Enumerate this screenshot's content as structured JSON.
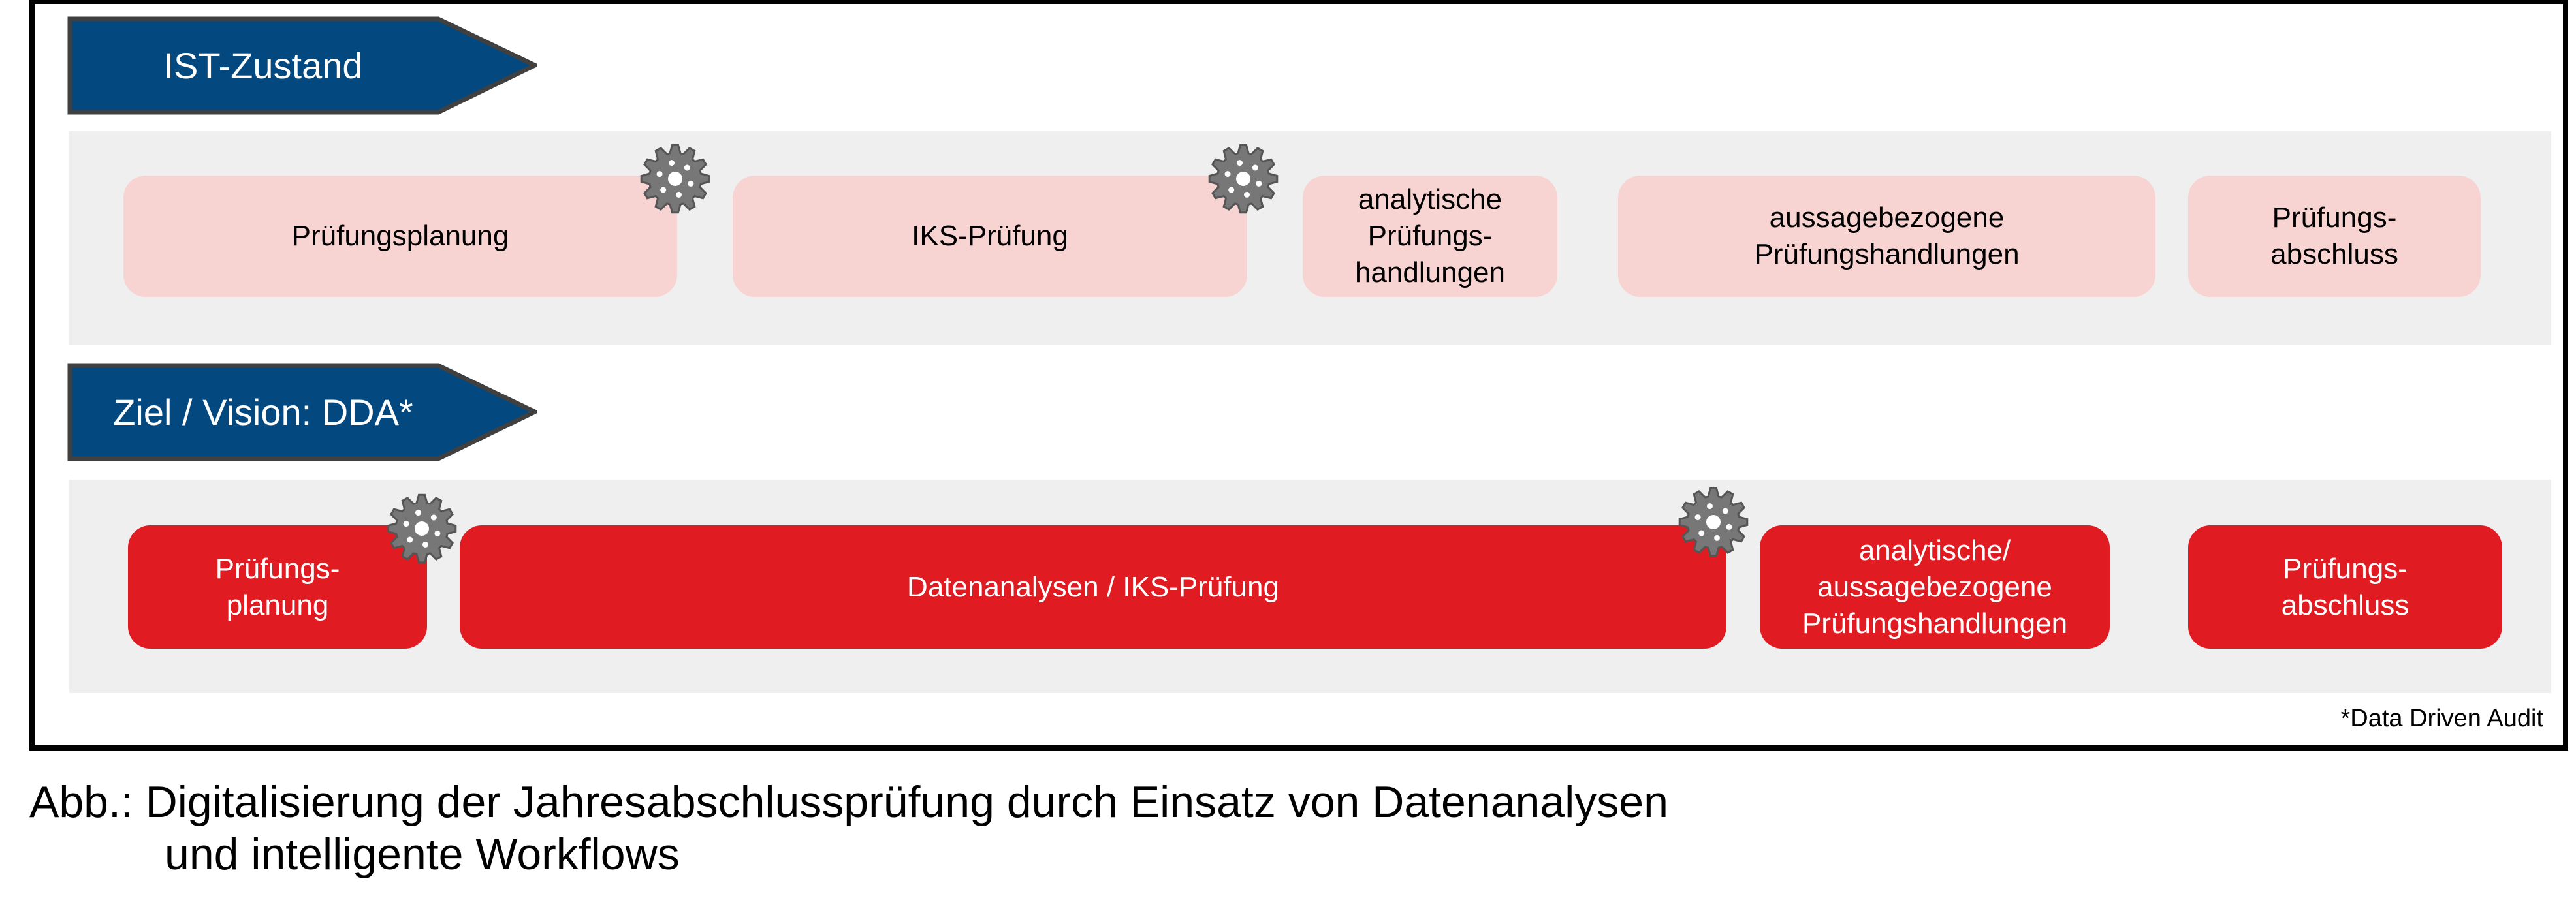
{
  "ist": {
    "title": "IST-Zustand",
    "steps": [
      "Prüfungsplanung",
      "IKS-Prüfung",
      "analytische\nPrüfungs-\nhandlungen",
      "aussagebezogene\nPrüfungshandlungen",
      "Prüfungs-\nabschluss"
    ]
  },
  "ziel": {
    "title": "Ziel / Vision: DDA*",
    "steps": [
      "Prüfungs-\nplanung",
      "Datenanalysen / IKS-Prüfung",
      "analytische/\naussagebezogene\nPrüfungshandlungen",
      "Prüfungs-\nabschluss"
    ]
  },
  "footnote": "*Data Driven Audit",
  "caption": {
    "line1": "Abb.: Digitalisierung der Jahresabschlussprüfung durch Einsatz von Datenanalysen",
    "line2": "und intelligente Workflows"
  },
  "colors": {
    "header": "#03487f",
    "ist_box": "#f7d3d2",
    "ziel_box": "#e01c22",
    "band": "#efefef",
    "gear": "#777777"
  }
}
